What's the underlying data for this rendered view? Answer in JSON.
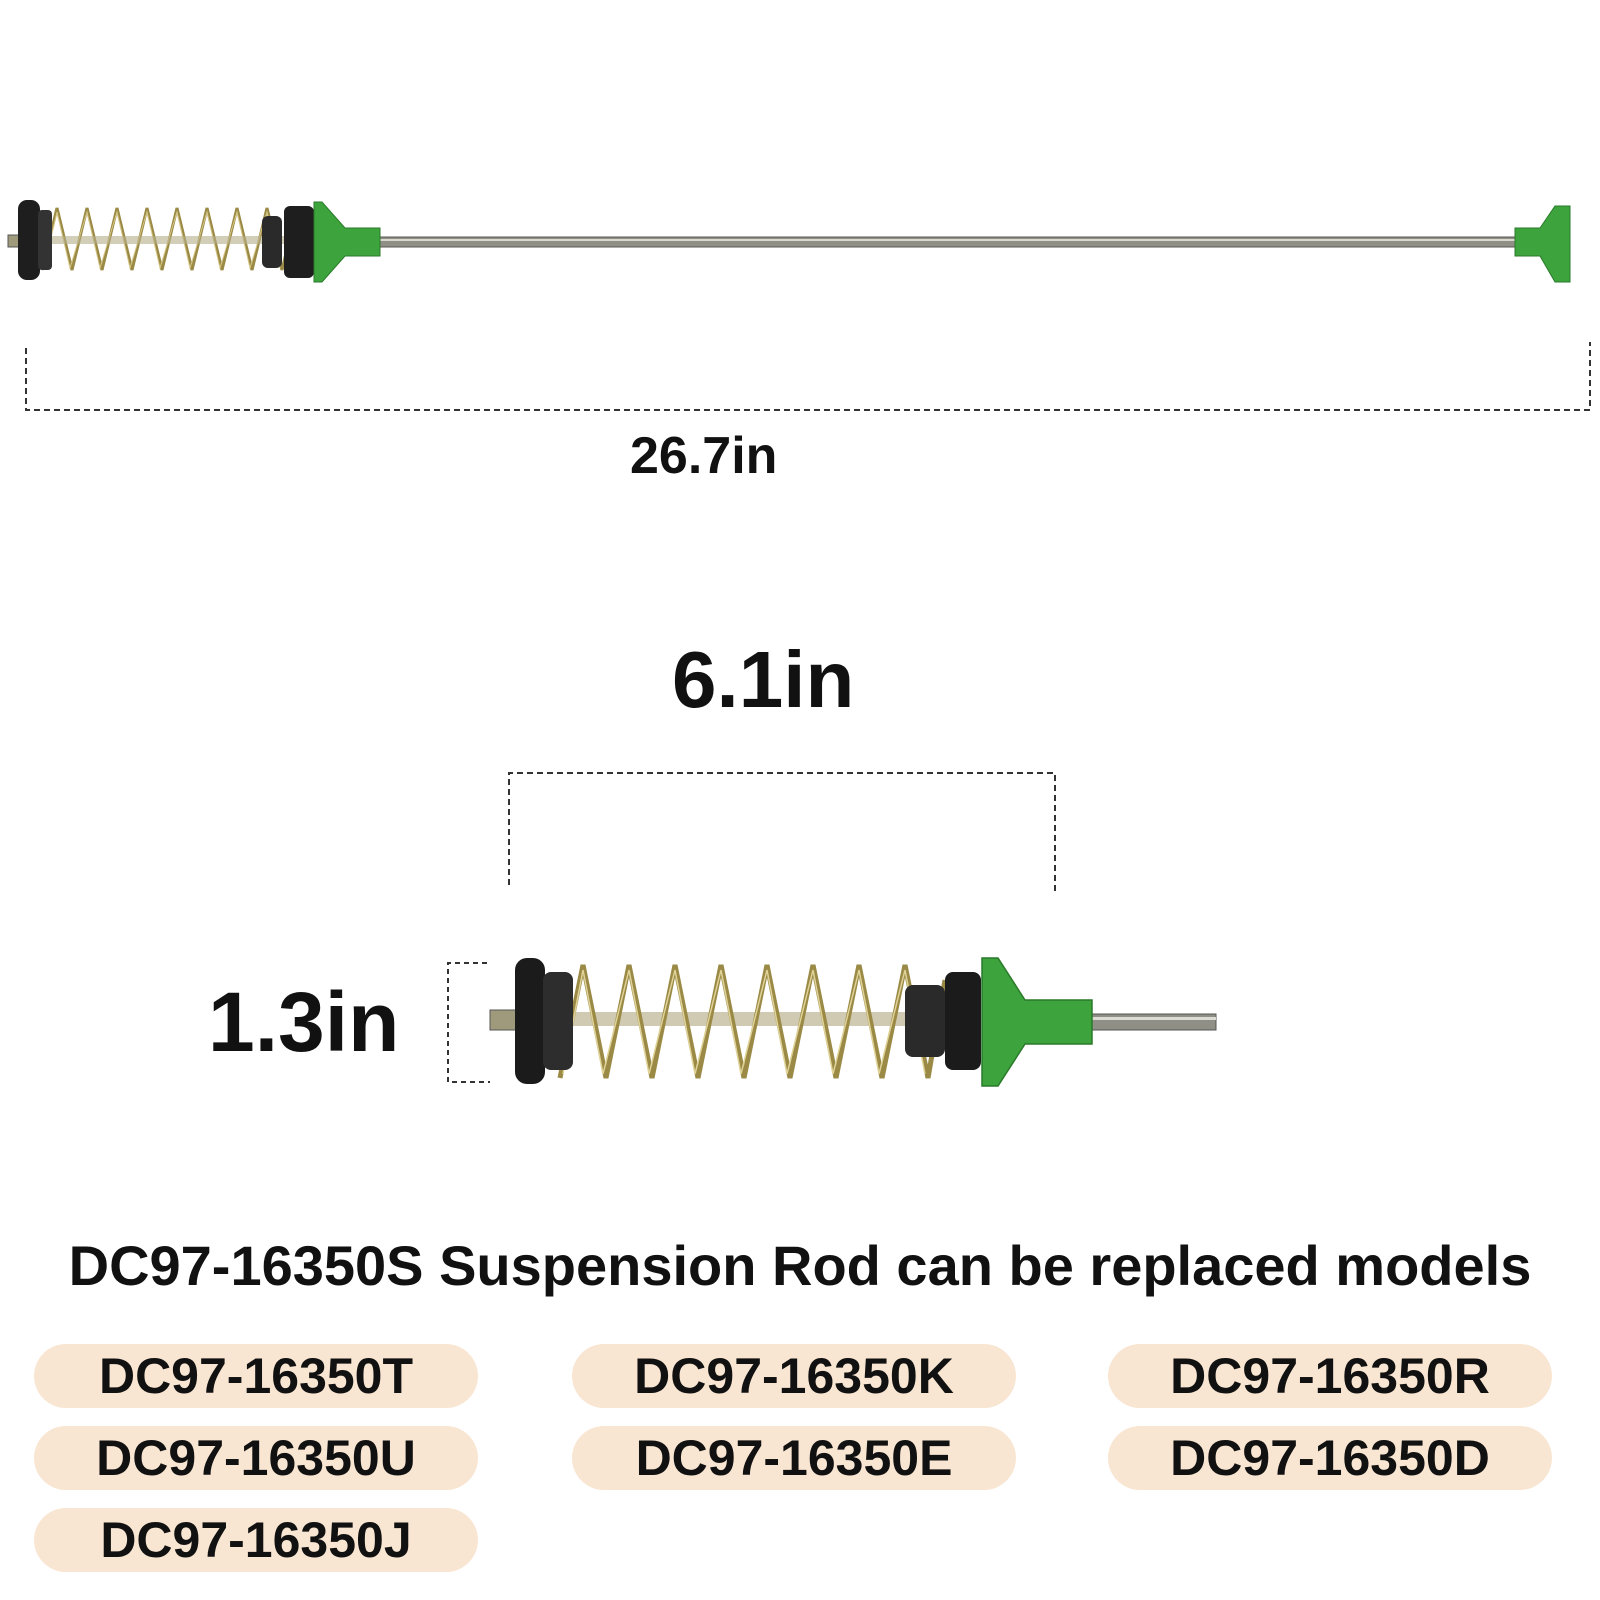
{
  "dimensions": {
    "total_length": "26.7in",
    "spring_length": "6.1in",
    "spring_diameter": "1.3in"
  },
  "models_section": {
    "heading": "DC97-16350S Suspension Rod can be replaced models",
    "models": [
      "DC97-16350T",
      "DC97-16350K",
      "DC97-16350R",
      "DC97-16350U",
      "DC97-16350E",
      "DC97-16350D",
      "DC97-16350J"
    ]
  },
  "colors": {
    "accent_green": "#3da43d",
    "pill_background": "#f9e6d2",
    "text": "#111111"
  }
}
